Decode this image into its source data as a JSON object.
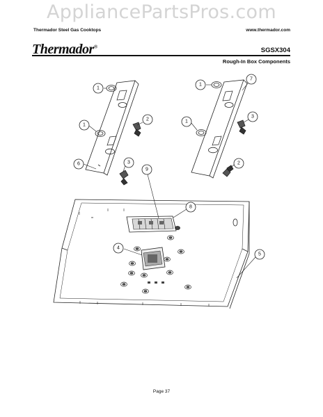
{
  "watermark": "AppliancePartsPros.com",
  "header": {
    "series": "Thermador Steel Gas Cooktops",
    "website": "www.thermador.com",
    "brand": "Thermador",
    "brand_mark": "®",
    "model": "SGSX304",
    "section_title": "Rough-In Box Components"
  },
  "footer": {
    "page": "Page 37"
  },
  "diagram": {
    "callouts": [
      "1",
      "1",
      "1",
      "1",
      "2",
      "2",
      "3",
      "3",
      "6",
      "7",
      "9",
      "8",
      "4",
      "5"
    ]
  }
}
